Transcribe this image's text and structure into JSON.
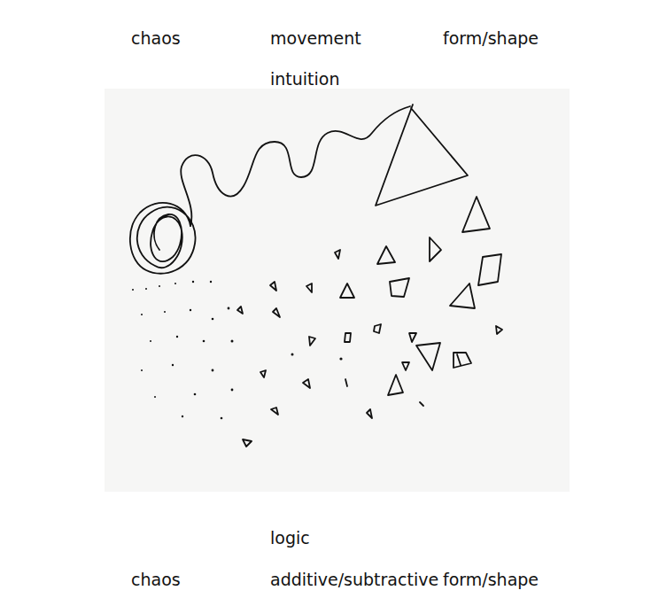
{
  "diagram": {
    "labels": [
      "chaos",
      "movement",
      "form/shape",
      "intuition",
      "logic",
      "chaos",
      "additive/subtractive",
      "form/shape"
    ]
  }
}
